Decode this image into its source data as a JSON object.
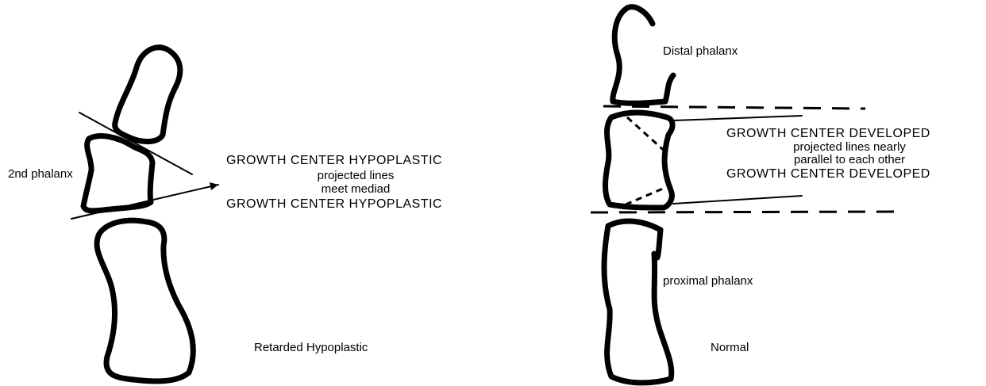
{
  "left_panel": {
    "bone_label": "2nd phalanx",
    "annotation_top": "GROWTH CENTER HYPOPLASTIC",
    "annotation_line1": "projected lines",
    "annotation_line2": "meet mediad",
    "annotation_bottom": "GROWTH CENTER HYPOPLASTIC",
    "caption": "Retarded Hypoplastic"
  },
  "right_panel": {
    "distal_label": "Distal phalanx",
    "annotation_top": "GROWTH CENTER DEVELOPED",
    "annotation_line1": "projected lines nearly",
    "annotation_line2": "parallel to each other",
    "annotation_bottom": "GROWTH CENTER DEVELOPED",
    "proximal_label": "proximal phalanx",
    "caption": "Normal"
  }
}
